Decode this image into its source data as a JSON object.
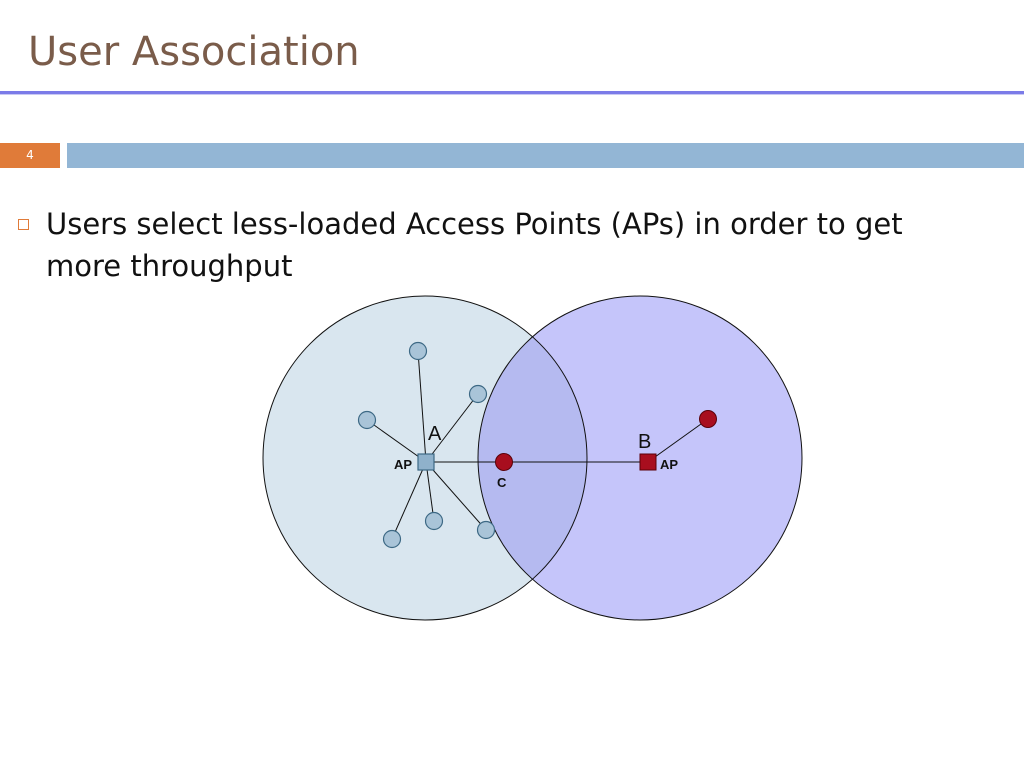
{
  "slide": {
    "title": "User Association",
    "page_number": "4",
    "bullet": "Users select less-loaded Access Points (APs) in order to get more throughput"
  },
  "diagram": {
    "label_a": "A",
    "label_b": "B",
    "label_c": "C",
    "label_ap_a": "AP",
    "label_ap_b": "AP",
    "colors": {
      "cell_a_fill": "#d9e6ef",
      "cell_b_fill": "#c5c5fa",
      "overlap_fill": "#b5baf0",
      "user_a_fill": "#a9c4d8",
      "user_a_stroke": "#3d6985",
      "user_b_fill": "#a80e1e",
      "ap_a_fill": "#8fb1cb",
      "ap_b_fill": "#a80e1e"
    }
  }
}
